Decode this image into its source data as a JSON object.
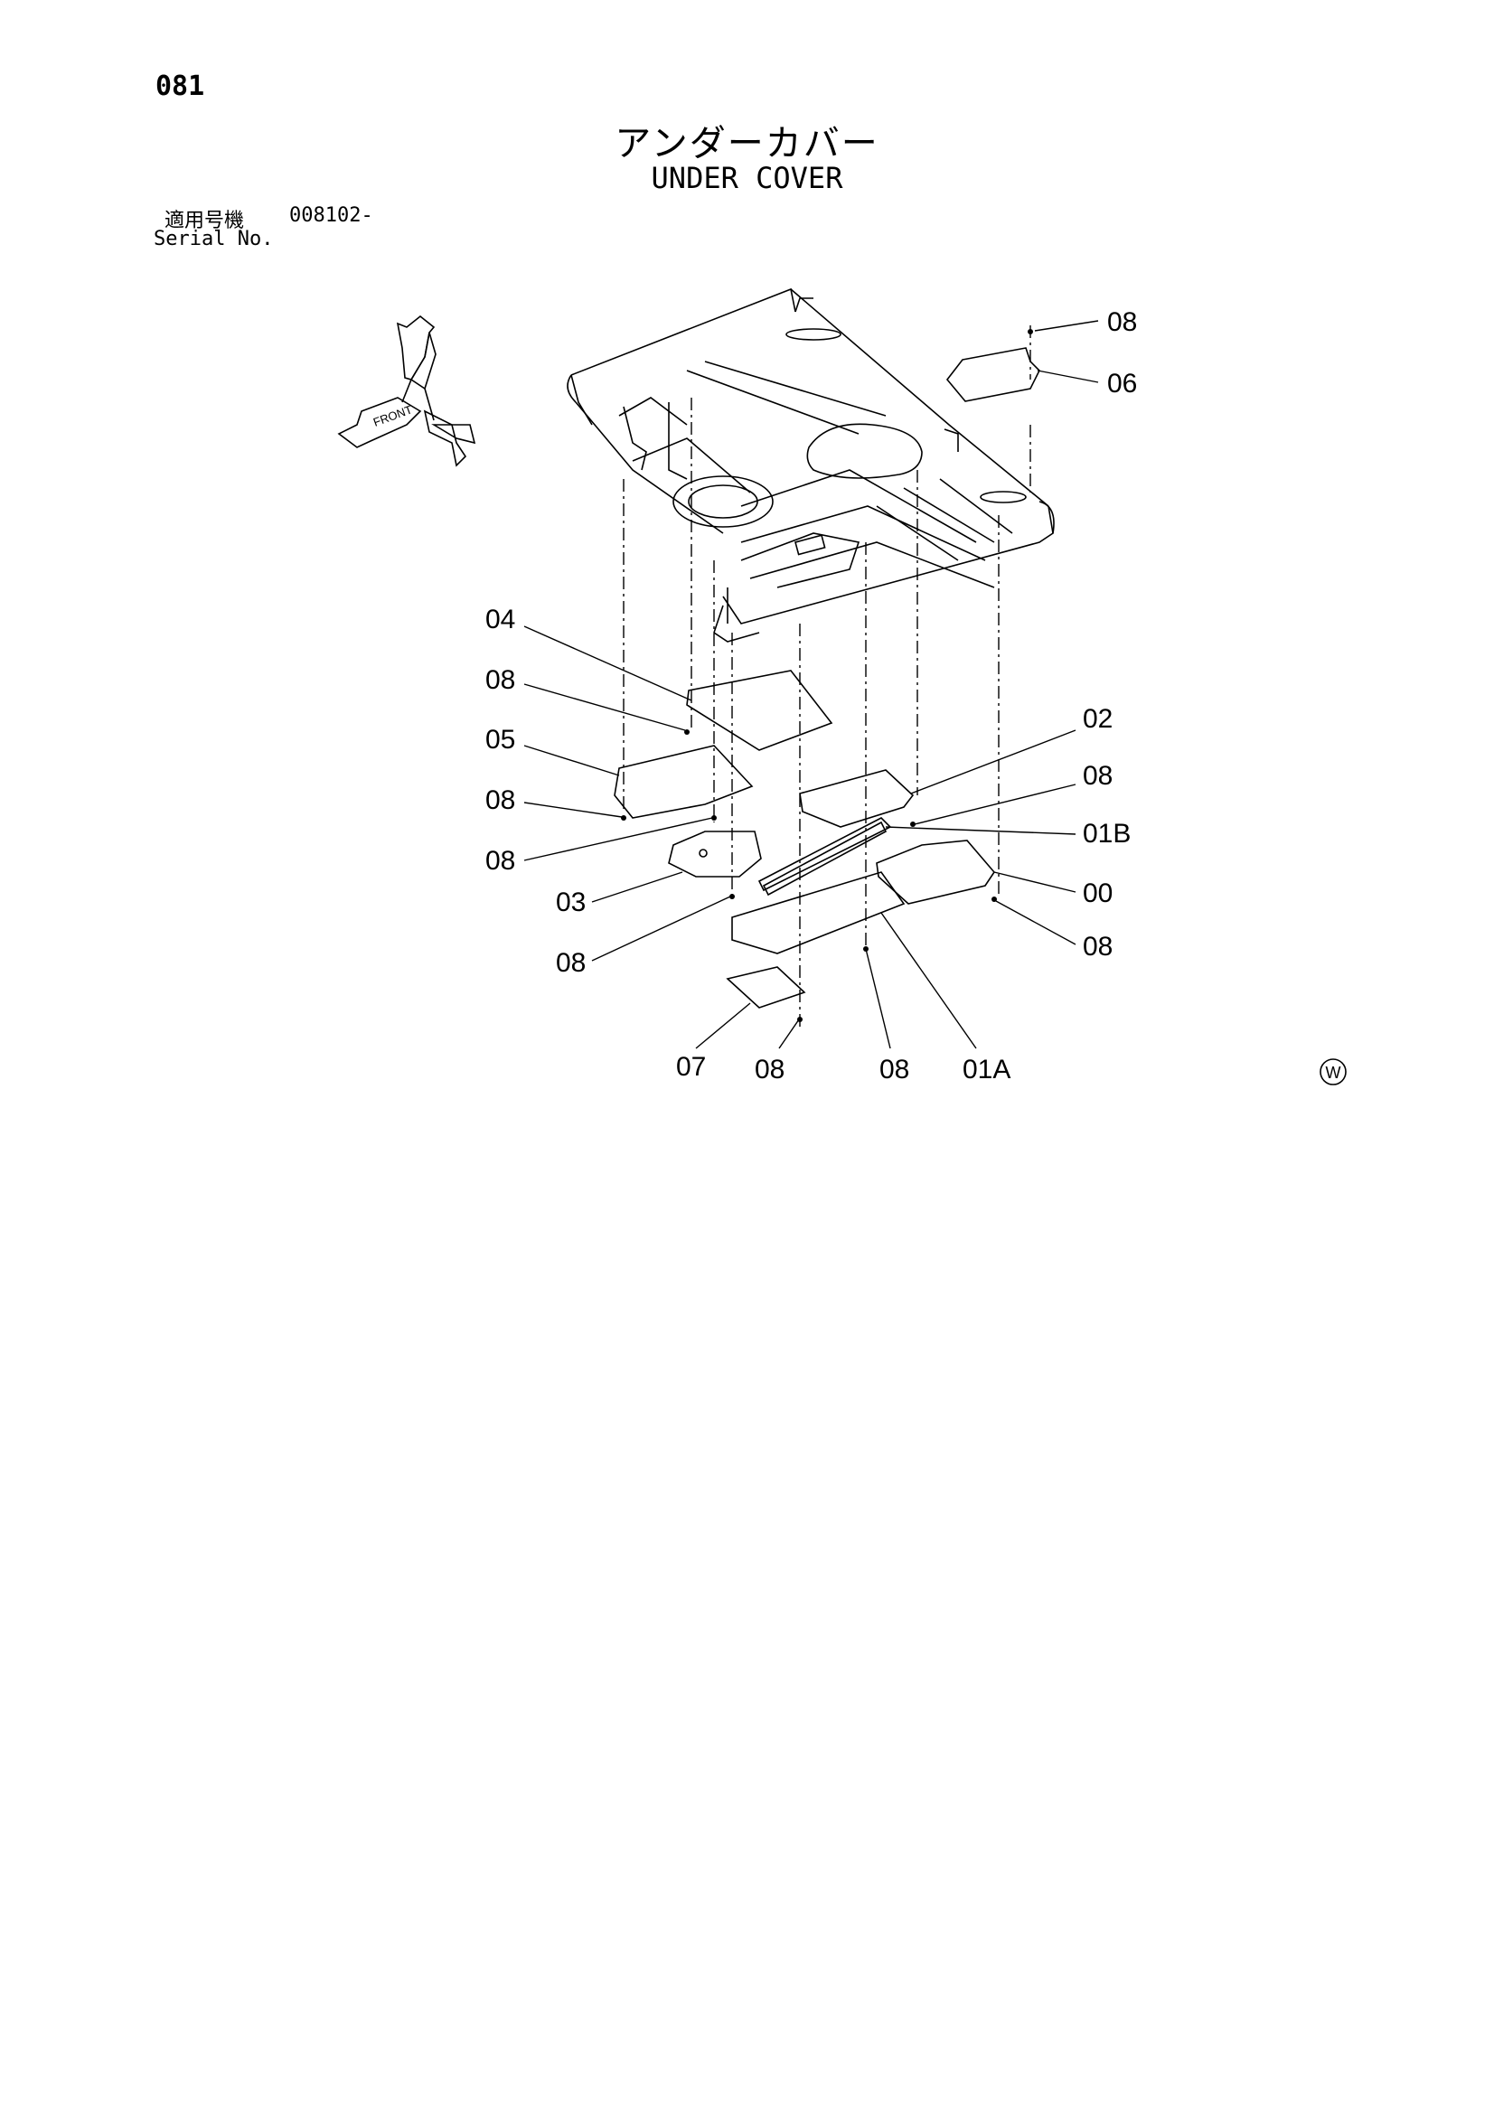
{
  "page": {
    "number": "081",
    "title_jp": "アンダーカバー",
    "title_en": "UNDER COVER",
    "serial_label_jp": "適用号機",
    "serial_value": "008102-",
    "serial_label_en": "Serial No."
  },
  "compass": {
    "front_label": "FRONT",
    "icon": "direction-compass-icon"
  },
  "callouts": [
    {
      "id": "c-08-top",
      "label": "08"
    },
    {
      "id": "c-06",
      "label": "06"
    },
    {
      "id": "c-04",
      "label": "04"
    },
    {
      "id": "c-08-a",
      "label": "08"
    },
    {
      "id": "c-05",
      "label": "05"
    },
    {
      "id": "c-08-b",
      "label": "08"
    },
    {
      "id": "c-08-c",
      "label": "08"
    },
    {
      "id": "c-03",
      "label": "03"
    },
    {
      "id": "c-08-d",
      "label": "08"
    },
    {
      "id": "c-02",
      "label": "02"
    },
    {
      "id": "c-08-e",
      "label": "08"
    },
    {
      "id": "c-01B",
      "label": "01B"
    },
    {
      "id": "c-00",
      "label": "00"
    },
    {
      "id": "c-08-f",
      "label": "08"
    },
    {
      "id": "c-07",
      "label": "07"
    },
    {
      "id": "c-08-g",
      "label": "08"
    },
    {
      "id": "c-08-h",
      "label": "08"
    },
    {
      "id": "c-01A",
      "label": "01A"
    }
  ],
  "corner_mark": "W"
}
